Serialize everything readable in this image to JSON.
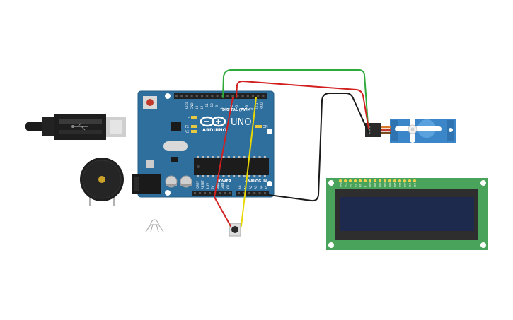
{
  "arduino": {
    "brand": "ARDUINO",
    "model": "UNO",
    "digital_label": "DIGITAL (PWM~)",
    "analog_label": "ANALOG IN",
    "power_label": "POWER",
    "on_label": "ON",
    "l_label": "L",
    "tx_label": "TX",
    "rx_label": "RX",
    "top_pins": [
      "AREF",
      "GND",
      "13",
      "12",
      "~11",
      "~10",
      "~9",
      "8",
      "7",
      "~6",
      "~5",
      "4",
      "~3",
      "2",
      "TX 1",
      "RX 0"
    ],
    "power_pins": [
      "IOREF",
      "RESET",
      "3.3V",
      "5V",
      "GND",
      "GND",
      "Vin"
    ],
    "analog_pins": [
      "A0",
      "A1",
      "A2",
      "A3",
      "A4",
      "A5"
    ]
  },
  "lcd": {
    "pin_labels": [
      "GND",
      "VCC",
      "V0",
      "RS",
      "RW",
      "E",
      "DB0",
      "DB1",
      "DB2",
      "DB3",
      "DB4",
      "DB5",
      "DB6",
      "DB7",
      "LED",
      "LED"
    ]
  },
  "colors": {
    "board": "#2f6f9e",
    "board_dark": "#245a82",
    "wire_green": "#2eaa3a",
    "wire_red": "#d22020",
    "wire_black": "#1a1a1a",
    "wire_yellow": "#e9d800",
    "lcd_pcb": "#4aa35a",
    "lcd_screen": "#1d2a4d",
    "servo": "#3a86c8"
  }
}
